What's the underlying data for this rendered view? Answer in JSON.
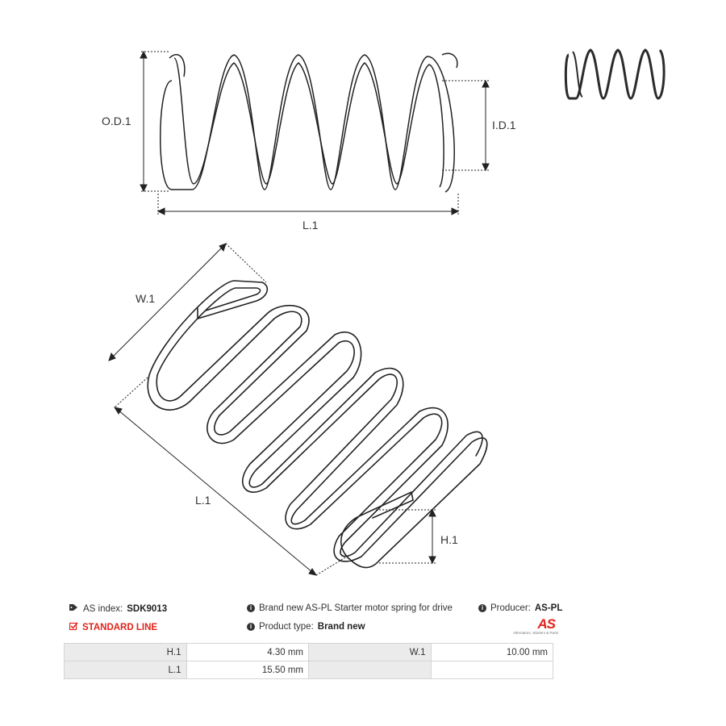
{
  "dimensions": {
    "top": {
      "od": "O.D.1",
      "id": "I.D.1",
      "length": "L.1"
    },
    "bottom": {
      "width": "W.1",
      "length": "L.1",
      "height": "H.1"
    }
  },
  "info": {
    "as_index_label": "AS index:",
    "as_index_value": "SDK9013",
    "description": "Brand new AS-PL Starter motor spring for drive",
    "producer_label": "Producer:",
    "producer_value": "AS-PL",
    "standard_line": "STANDARD LINE",
    "product_type_label": "Product type:",
    "product_type_value": "Brand new"
  },
  "logo": {
    "mark": "AS",
    "tagline": "Alternators, Starters & Parts",
    "color": "#e2231a"
  },
  "specs": {
    "rows": [
      {
        "label1": "H.1",
        "value1": "4.30 mm",
        "label2": "W.1",
        "value2": "10.00 mm"
      },
      {
        "label1": "L.1",
        "value1": "15.50 mm",
        "label2": "",
        "value2": ""
      }
    ]
  },
  "colors": {
    "accent": "#e2231a",
    "label_bg": "#ebebeb",
    "line": "#222222"
  }
}
